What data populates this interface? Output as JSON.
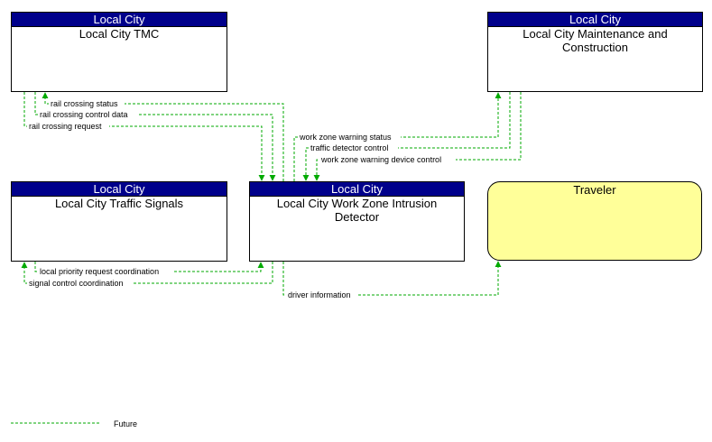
{
  "nodes": {
    "tmc": {
      "owner": "Local City",
      "name": "Local City TMC"
    },
    "maint": {
      "owner": "Local City",
      "name": "Local City Maintenance and Construction"
    },
    "signals": {
      "owner": "Local City",
      "name": "Local City Traffic Signals"
    },
    "detector": {
      "owner": "Local City",
      "name": "Local City Work Zone Intrusion Detector"
    },
    "traveler": {
      "name": "Traveler"
    }
  },
  "flows": {
    "rail_crossing_status": "rail crossing status",
    "rail_crossing_control_data": "rail crossing control data",
    "rail_crossing_request": "rail crossing request",
    "work_zone_warning_status": "work zone warning status",
    "traffic_detector_control": "traffic detector control",
    "work_zone_warning_device_control": "work zone warning device control",
    "local_priority_request_coordination": "local priority request coordination",
    "signal_control_coordination": "signal control coordination",
    "driver_information": "driver information"
  },
  "legend": {
    "future_label": "Future"
  },
  "colors": {
    "header": "#00008b",
    "flow": "#00aa00",
    "traveler_fill": "#ffff99"
  }
}
